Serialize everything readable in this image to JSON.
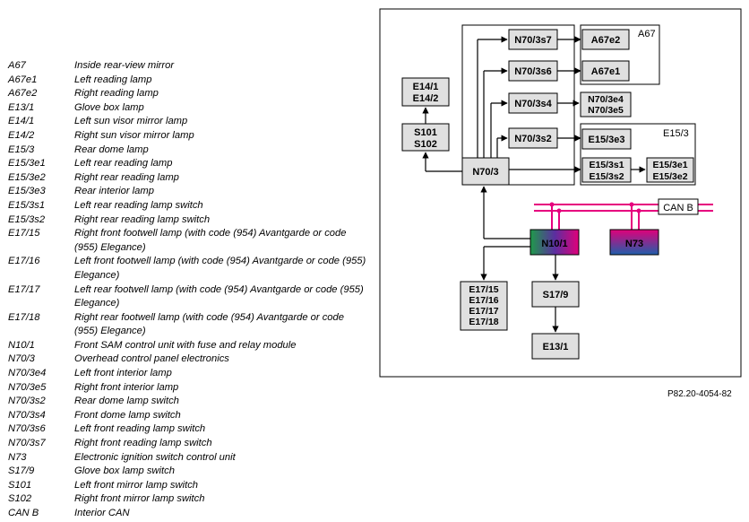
{
  "legend": [
    {
      "code": "A67",
      "desc": "Inside rear-view mirror"
    },
    {
      "code": "A67e1",
      "desc": "Left reading lamp"
    },
    {
      "code": "A67e2",
      "desc": "Right reading lamp"
    },
    {
      "code": "E13/1",
      "desc": "Glove box lamp"
    },
    {
      "code": "E14/1",
      "desc": "Left sun visor mirror lamp"
    },
    {
      "code": "E14/2",
      "desc": "Right sun visor mirror lamp"
    },
    {
      "code": "E15/3",
      "desc": "Rear dome lamp"
    },
    {
      "code": "E15/3e1",
      "desc": "Left rear reading lamp"
    },
    {
      "code": "E15/3e2",
      "desc": "Right rear reading lamp"
    },
    {
      "code": "E15/3e3",
      "desc": "Rear interior lamp"
    },
    {
      "code": "E15/3s1",
      "desc": "Left rear reading lamp switch"
    },
    {
      "code": "E15/3s2",
      "desc": "Right rear reading lamp switch"
    },
    {
      "code": "E17/15",
      "desc": "Right front footwell lamp (with code (954) Avantgarde or code (955) Elegance)"
    },
    {
      "code": "E17/16",
      "desc": "Left front footwell lamp (with code (954) Avantgarde or code (955) Elegance)"
    },
    {
      "code": "E17/17",
      "desc": "Left rear footwell lamp (with code (954) Avantgarde or code (955) Elegance)"
    },
    {
      "code": "E17/18",
      "desc": "Right rear footwell lamp (with code (954) Avantgarde or code (955) Elegance)"
    },
    {
      "code": "N10/1",
      "desc": "Front SAM control unit with fuse and relay module"
    },
    {
      "code": "N70/3",
      "desc": "Overhead control panel electronics"
    },
    {
      "code": "N70/3e4",
      "desc": "Left front interior lamp"
    },
    {
      "code": "N70/3e5",
      "desc": "Right front interior lamp"
    },
    {
      "code": "N70/3s2",
      "desc": "Rear dome lamp switch"
    },
    {
      "code": "N70/3s4",
      "desc": "Front dome lamp switch"
    },
    {
      "code": "N70/3s6",
      "desc": "Left front reading lamp switch"
    },
    {
      "code": "N70/3s7",
      "desc": "Right front reading lamp switch"
    },
    {
      "code": "N73",
      "desc": "Electronic ignition switch control unit"
    },
    {
      "code": "S17/9",
      "desc": "Glove box lamp switch"
    },
    {
      "code": "S101",
      "desc": "Left front mirror lamp switch"
    },
    {
      "code": "S102",
      "desc": "Right front mirror lamp switch"
    },
    {
      "code": "CAN B",
      "desc": "Interior CAN"
    }
  ],
  "diagram": {
    "a67_label": "A67",
    "e15_3_label": "E15/3",
    "can_b_label": "CAN B",
    "n70_3s7": "N70/3s7",
    "n70_3s6": "N70/3s6",
    "n70_3s4": "N70/3s4",
    "n70_3s2": "N70/3s2",
    "a67e2": "A67e2",
    "a67e1": "A67e1",
    "n70_3e4": "N70/3e4",
    "n70_3e5": "N70/3e5",
    "e15_3e3": "E15/3e3",
    "e15_3s1": "E15/3s1",
    "e15_3s2": "E15/3s2",
    "e15_3e1": "E15/3e1",
    "e15_3e2": "E15/3e2",
    "e14_1": "E14/1",
    "e14_2": "E14/2",
    "s101": "S101",
    "s102": "S102",
    "n70_3": "N70/3",
    "n10_1": "N10/1",
    "n73": "N73",
    "e17_15": "E17/15",
    "e17_16": "E17/16",
    "e17_17": "E17/17",
    "e17_18": "E17/18",
    "s17_9": "S17/9",
    "e13_1": "E13/1"
  },
  "colors": {
    "box_fill": "#e0e0e0",
    "can_line": "#e6007e",
    "n10_1_gradient": [
      "#1f9a4a",
      "#5a2fa0",
      "#e0007a"
    ],
    "n73_gradient": [
      "#1f5faa",
      "#e0007a"
    ]
  },
  "footnote": "P82.20-4054-82"
}
